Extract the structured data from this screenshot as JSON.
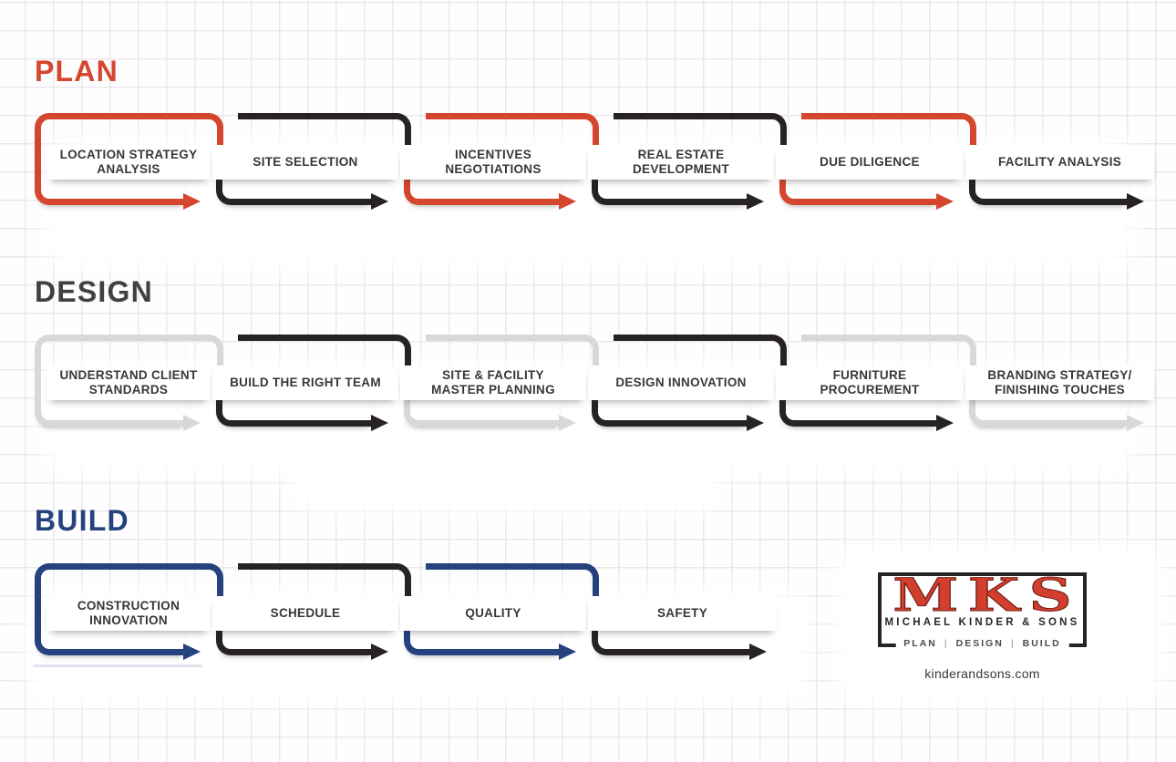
{
  "palette": {
    "red": "#d5462f",
    "black": "#272324",
    "gray": "#d7d8da",
    "blue": "#25417e"
  },
  "sections": [
    {
      "heading": "PLAN",
      "heading_color": "#d5462f",
      "steps": [
        {
          "lines": [
            "LOCATION STRATEGY",
            "ANALYSIS"
          ],
          "top": "red",
          "bottom": "red"
        },
        {
          "lines": [
            "SITE SELECTION"
          ],
          "top": "black",
          "bottom": "black"
        },
        {
          "lines": [
            "INCENTIVES",
            "NEGOTIATIONS"
          ],
          "top": "red",
          "bottom": "red"
        },
        {
          "lines": [
            "REAL ESTATE",
            "DEVELOPMENT"
          ],
          "top": "black",
          "bottom": "black"
        },
        {
          "lines": [
            "DUE DILIGENCE"
          ],
          "top": "red",
          "bottom": "red"
        },
        {
          "lines": [
            "FACILITY ANALYSIS"
          ],
          "top": null,
          "bottom": "black"
        }
      ]
    },
    {
      "heading": "DESIGN",
      "heading_color": "#414042",
      "steps": [
        {
          "lines": [
            "UNDERSTAND CLIENT",
            "STANDARDS"
          ],
          "top": "gray",
          "bottom": "gray"
        },
        {
          "lines": [
            "BUILD THE RIGHT TEAM"
          ],
          "top": "black",
          "bottom": "black"
        },
        {
          "lines": [
            "SITE & FACILITY",
            "MASTER PLANNING"
          ],
          "top": "gray",
          "bottom": "gray"
        },
        {
          "lines": [
            "DESIGN INNOVATION"
          ],
          "top": "black",
          "bottom": "black"
        },
        {
          "lines": [
            "FURNITURE",
            "PROCUREMENT"
          ],
          "top": "gray",
          "bottom": "black"
        },
        {
          "lines": [
            "BRANDING STRATEGY/",
            "FINISHING TOUCHES"
          ],
          "top": null,
          "bottom": "gray"
        }
      ]
    },
    {
      "heading": "BUILD",
      "heading_color": "#25417e",
      "steps": [
        {
          "lines": [
            "CONSTRUCTION",
            "INNOVATION"
          ],
          "top": "blue",
          "bottom": "blue"
        },
        {
          "lines": [
            "SCHEDULE"
          ],
          "top": "black",
          "bottom": "black"
        },
        {
          "lines": [
            "QUALITY"
          ],
          "top": "blue",
          "bottom": "blue"
        },
        {
          "lines": [
            "SAFETY"
          ],
          "top": null,
          "bottom": "black"
        }
      ]
    }
  ],
  "logo": {
    "acronym": "MKS",
    "company": "MICHAEL KINDER & SONS",
    "tagline": [
      "PLAN",
      "DESIGN",
      "BUILD"
    ],
    "separator": "|",
    "website": "kinderandsons.com",
    "accent": "#d23f2e",
    "border_color": "#272324"
  }
}
